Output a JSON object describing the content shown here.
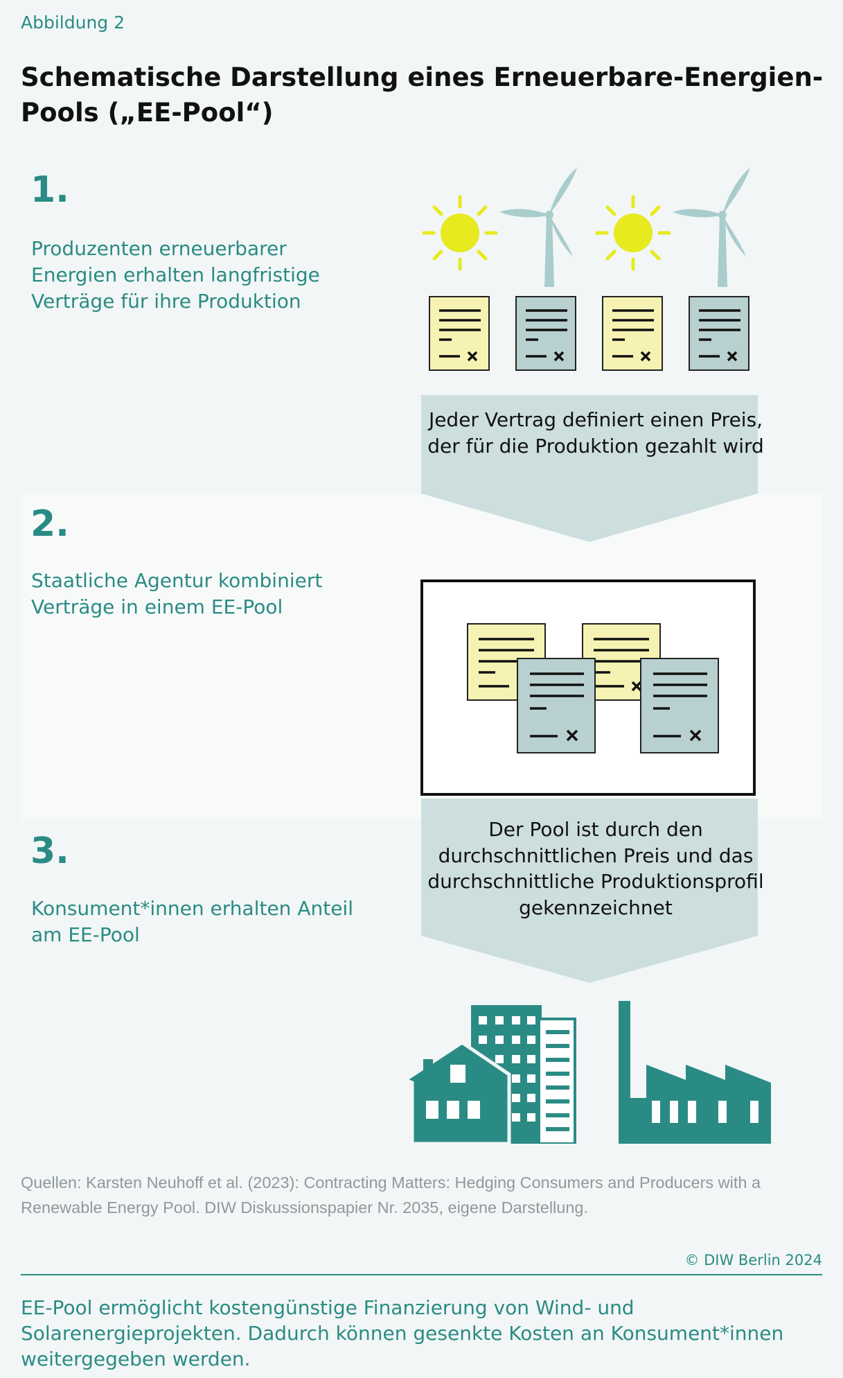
{
  "figure_label": "Abbildung 2",
  "title": "Schematische Darstellung eines Erneuerbare-Energien-Pools („EE-Pool“)",
  "steps": [
    {
      "number": "1.",
      "text": "Produzenten erneuerbarer Energien erhalten langfristige Verträge für ihre Produktion"
    },
    {
      "number": "2.",
      "text": "Staatliche Agentur kombiniert Verträge in einem EE-Pool"
    },
    {
      "number": "3.",
      "text": "Konsument*innen erhalten Anteil am EE-Pool"
    }
  ],
  "arrows": [
    {
      "text": "Jeder Vertrag definiert einen Preis, der für die Produktion gezahlt wird"
    },
    {
      "text": "Der Pool ist durch den durchschnittlichen Preis und das durchschnittliche Produktionsprofil gekennzeichnet"
    }
  ],
  "icons": [
    "sun-icon",
    "wind-turbine-icon",
    "contract-icon",
    "house-icon",
    "office-building-icon",
    "factory-icon"
  ],
  "colors": {
    "accent": "#2a8b84",
    "sun": "#e6ea1e",
    "turbine": "#a9cccc",
    "contract_solar": "#f6f2b3",
    "contract_wind": "#b9d0d0",
    "arrow": "#ccdedd",
    "buildings": "#2a8b84"
  },
  "sources": "Quellen: Karsten Neuhoff et al. (2023): Contracting Matters: Hedging Consumers and Producers with a Renewable Energy Pool. DIW Diskussionspapier Nr. 2035, eigene Darstellung.",
  "copyright": "© DIW Berlin 2024",
  "summary": "EE-Pool ermöglicht kostengünstige Finanzierung von Wind- und Solarenergieprojekten. Dadurch können gesenkte Kosten an Konsument*innen weitergegeben werden."
}
